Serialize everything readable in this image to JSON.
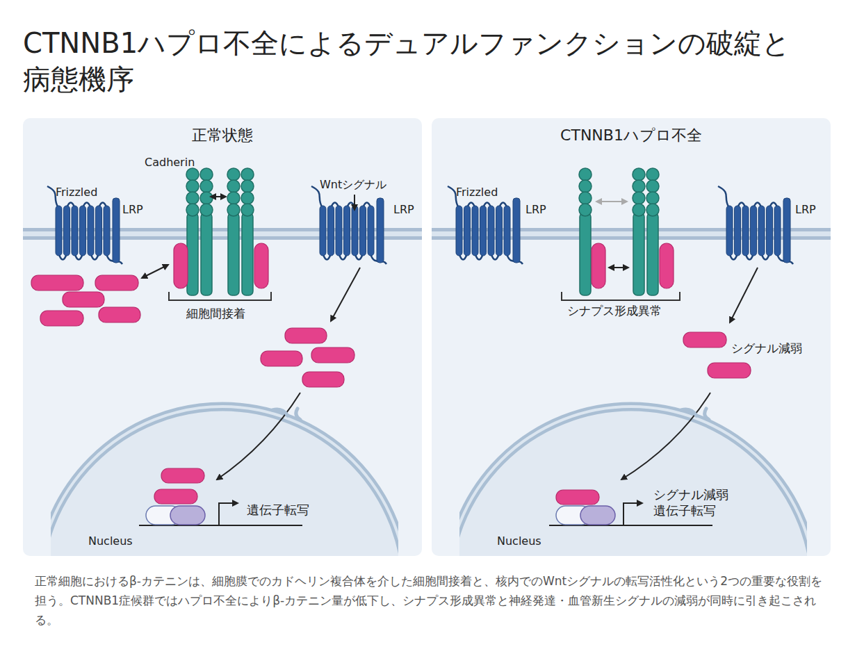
{
  "diagram": {
    "title": "CTNNB1ハプロ不全によるデュアルファンクションの破綻と病態機序",
    "caption": "正常細胞におけるβ-カテニンは、細胞膜でのカドヘリン複合体を介した細胞間接着と、核内でのWntシグナルの転写活性化という2つの重要な役割を担う。CTNNB1症候群ではハプロ不全によりβ-カテニン量が低下し、シナプス形成異常と神経発達・血管新生シグナルの減弱が同時に引き起こされる。",
    "nodes": [
      {
        "text": [
          "正常状態"
        ]
      },
      {
        "text": [
          "CTNNB1ハプロ不全"
        ]
      },
      {
        "text": [
          "Nucleus"
        ],
        "in": 0
      },
      {
        "text": [
          "Nucleus"
        ],
        "in": 1
      }
    ],
    "labels": [
      "Frizzled",
      "LRP",
      "Cadherin",
      "Wntシグナル",
      "LRP",
      "細胞間接着",
      "遺伝子転写",
      "Frizzled",
      "LRP",
      "シナプス形成異常",
      "LRP",
      "シグナル減弱",
      "シグナル減弱 遺伝子転写"
    ]
  }
}
